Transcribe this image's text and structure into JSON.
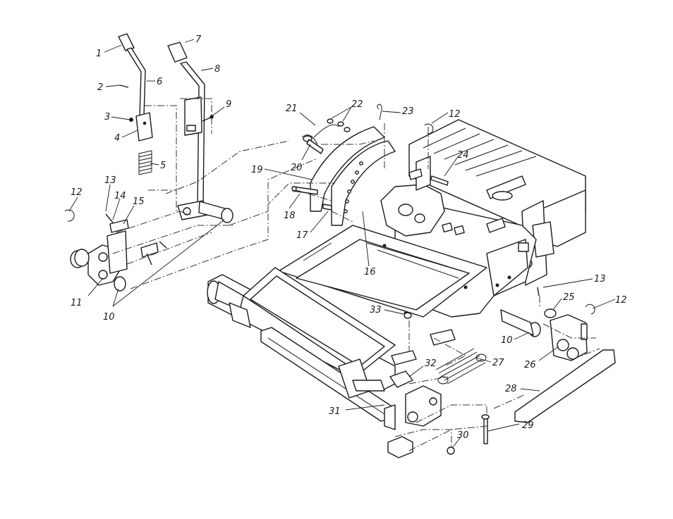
{
  "diagram": {
    "callouts": {
      "c1": "1",
      "c2": "2",
      "c3": "3",
      "c4": "4",
      "c5": "5",
      "c6": "6",
      "c7": "7",
      "c8": "8",
      "c9": "9",
      "c10a": "10",
      "c10b": "10",
      "c11": "11",
      "c12a": "12",
      "c12b": "12",
      "c12c": "12",
      "c13a": "13",
      "c13b": "13",
      "c14": "14",
      "c15": "15",
      "c16": "16",
      "c17": "17",
      "c18": "18",
      "c19": "19",
      "c20": "20",
      "c21": "21",
      "c22": "22",
      "c23": "23",
      "c24": "24",
      "c25": "25",
      "c26": "26",
      "c27": "27",
      "c28": "28",
      "c29": "29",
      "c30": "30",
      "c31": "31",
      "c32": "32",
      "c33": "33"
    }
  }
}
